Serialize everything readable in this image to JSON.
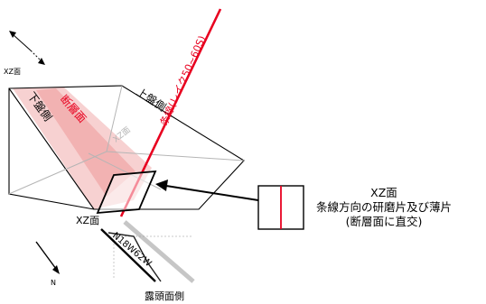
{
  "labels": {
    "xz_plane_top": "XZ面",
    "hanging_wall": "上盤側",
    "footwall": "下盤側",
    "fault_plane": "断層面",
    "striation": "条線(レイク50~60S)",
    "xz_plane_faint": "XZ面",
    "xz_plane_bottom": "XZ面",
    "strike": "N18W62W",
    "outcrop_side": "露頭面側",
    "north": "N"
  },
  "callout": {
    "title": "XZ面",
    "line1": "条線方向の研磨片及び薄片",
    "line2": "(断層面に直交)"
  },
  "colors": {
    "striation": "#e8001f",
    "fault_fill": "#f6c9c9",
    "outline": "#000000",
    "faint": "#b5b5b5"
  }
}
